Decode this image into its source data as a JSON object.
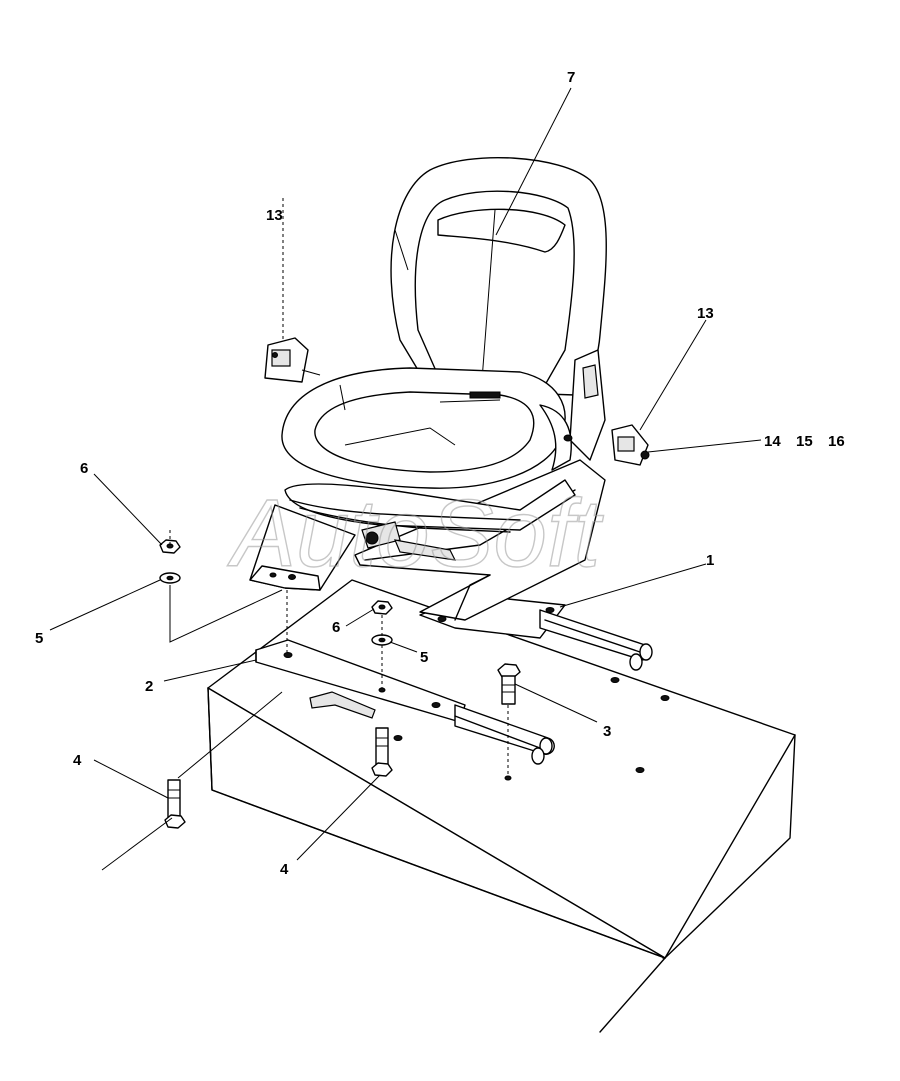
{
  "watermark": "AutoSoft",
  "callouts": {
    "c1": "1",
    "c2": "2",
    "c3": "3",
    "c4a": "4",
    "c4b": "4",
    "c5a": "5",
    "c5b": "5",
    "c6a": "6",
    "c6b": "6",
    "c7": "7",
    "c13a": "13",
    "c13b": "13",
    "c14": "14",
    "c15": "15",
    "c16": "16"
  }
}
